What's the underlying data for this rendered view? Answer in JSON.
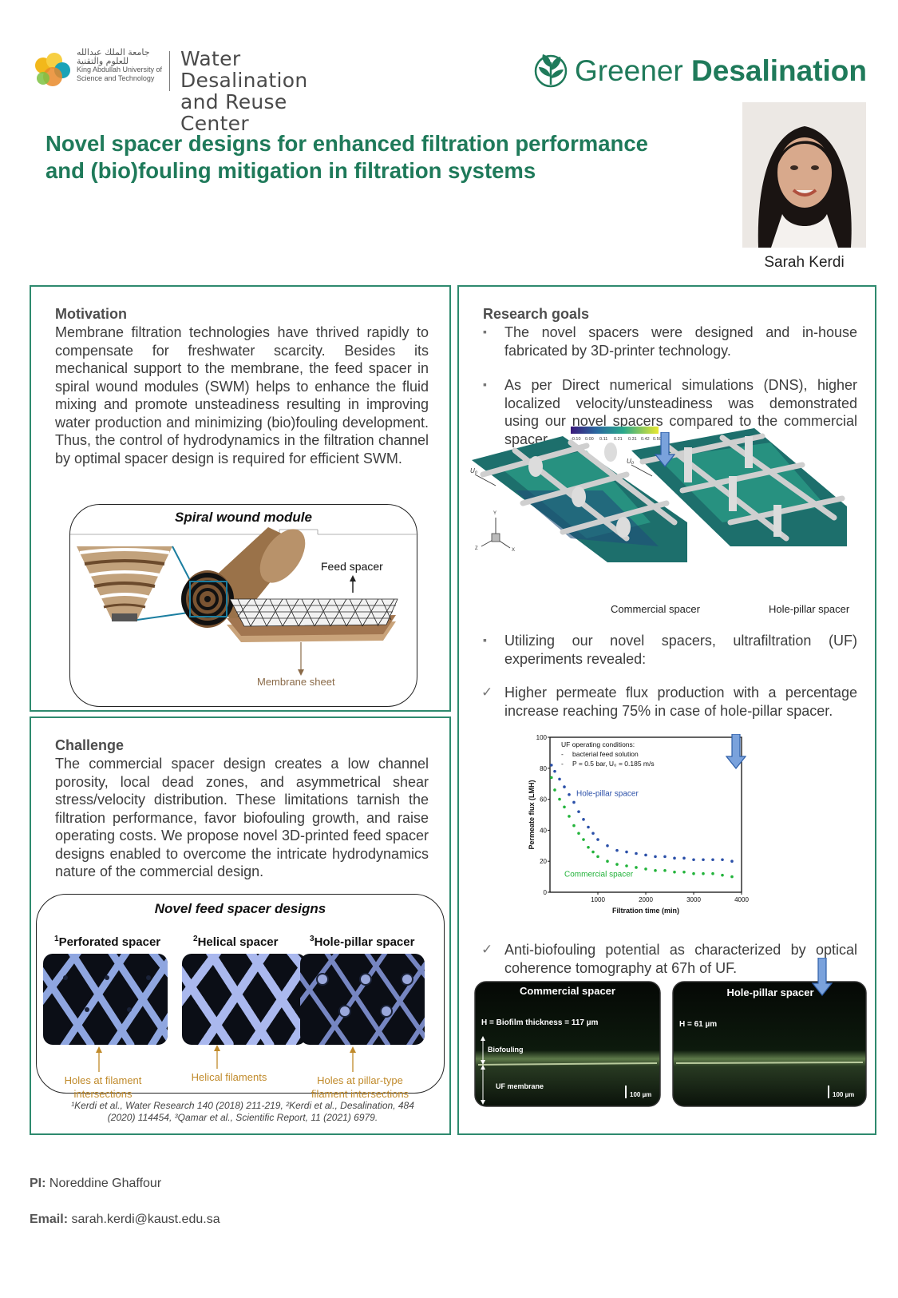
{
  "header": {
    "kaust_arabic_line1": "جامعة الملك عبدالله",
    "kaust_arabic_line2": "للعلوم والتقنية",
    "kaust_english_line1": "King Abdullah University of",
    "kaust_english_line2": "Science and Technology",
    "center_line1": "Water Desalination",
    "center_line2": "and Reuse Center",
    "brand_light": "Greener ",
    "brand_bold": "Desalination"
  },
  "title_line1": "Novel spacer designs for enhanced filtration performance",
  "title_line2": "and (bio)fouling mitigation in filtration systems",
  "author": "Sarah Kerdi",
  "motivation": {
    "heading": "Motivation",
    "body": "Membrane filtration technologies have thrived rapidly to compensate for freshwater scarcity. Besides its mechanical support to the membrane, the feed spacer in spiral wound modules (SWM) helps to enhance the fluid mixing and promote unsteadiness resulting in improving water production and minimizing (bio)fouling development. Thus, the control of hydrodynamics in the filtration channel by optimal spacer design is required for efficient SWM.",
    "figure_title": "Spiral wound module",
    "label_feed_spacer": "Feed spacer",
    "label_membrane_sheet": "Membrane sheet"
  },
  "challenge": {
    "heading": "Challenge",
    "body": "The commercial spacer design creates a low channel porosity, local dead zones, and asymmetrical shear stress/velocity distribution. These limitations tarnish the filtration performance, favor biofouling growth, and raise operating costs. We propose novel 3D-printed feed spacer designs enabled to overcome the intricate hydrodynamics nature of the commercial design.",
    "figure_title": "Novel feed spacer designs",
    "designs": [
      {
        "sup": "1",
        "name": "Perforated spacer",
        "caption1": "Holes at filament",
        "caption2": "intersections"
      },
      {
        "sup": "2",
        "name": "Helical spacer",
        "caption1": "Helical filaments",
        "caption2": ""
      },
      {
        "sup": "3",
        "name": "Hole-pillar spacer",
        "caption1": "Holes at pillar-type",
        "caption2": "filament intersections"
      }
    ],
    "references_line1": "¹Kerdi et al., Water Research 140 (2018) 211-219, ²Kerdi et al., Desalination, 484",
    "references_line2": "(2020) 114454, ³Qamar et al., Scientific Report, 11 (2021) 6979."
  },
  "goals": {
    "heading": "Research goals",
    "bullet1": "The novel spacers were designed and in-house fabricated by 3D-printer technology.",
    "bullet2": "As per Direct numerical simulations (DNS), higher localized velocity/unsteadiness was demonstrated using our novel spacers compared to the commercial spacer.",
    "dns_caption_left": "Commercial spacer",
    "dns_caption_right": "Hole-pillar spacer",
    "dns_colorbar_ticks": [
      "-0.10",
      "0.00",
      "0.11",
      "0.21",
      "0.31",
      "0.42",
      "0.50"
    ],
    "bullet3": "Utilizing our novel spacers, ultrafiltration (UF) experiments revealed:",
    "check1": "Higher permeate flux production with a  percentage increase reaching 75% in case of hole-pillar spacer.",
    "check2": "Anti-biofouling potential as characterized by optical coherence tomography at 67h of UF.",
    "oct": {
      "left_title": "Commercial spacer",
      "right_title": "Hole-pillar spacer",
      "left_thickness": "H = Biofilm thickness = 117 µm",
      "right_thickness": "H = 61 µm",
      "label_biofouling": "Biofouling",
      "label_membrane": "UF membrane",
      "scale_bar": "100 µm"
    }
  },
  "chart_data": {
    "type": "scatter",
    "xlabel": "Filtration time (min)",
    "ylabel": "Permeate flux (LMH)",
    "xlim": [
      0,
      4000
    ],
    "ylim": [
      0,
      100
    ],
    "xticks": [
      1000,
      2000,
      3000,
      4000
    ],
    "yticks": [
      0,
      20,
      40,
      60,
      80,
      100
    ],
    "annotation_title": "UF operating conditions:",
    "annotation_line1": "bacterial feed solution",
    "annotation_line2": "P = 0.5 bar, U₀ = 0.185 m/s",
    "series": [
      {
        "name": "Hole-pillar spacer",
        "color": "#2a4fa8",
        "x": [
          30,
          100,
          200,
          300,
          400,
          500,
          600,
          700,
          800,
          900,
          1000,
          1200,
          1400,
          1600,
          1800,
          2000,
          2200,
          2400,
          2600,
          2800,
          3000,
          3200,
          3400,
          3600,
          3800
        ],
        "y": [
          82,
          78,
          73,
          68,
          63,
          58,
          52,
          47,
          42,
          38,
          34,
          30,
          27,
          26,
          25,
          24,
          23,
          23,
          22,
          22,
          21,
          21,
          21,
          21,
          20
        ]
      },
      {
        "name": "Commercial spacer",
        "color": "#22b33a",
        "x": [
          30,
          100,
          200,
          300,
          400,
          500,
          600,
          700,
          800,
          900,
          1000,
          1200,
          1400,
          1600,
          1800,
          2000,
          2200,
          2400,
          2600,
          2800,
          3000,
          3200,
          3400,
          3600,
          3800
        ],
        "y": [
          74,
          66,
          60,
          55,
          49,
          43,
          38,
          34,
          29,
          26,
          23,
          20,
          18,
          17,
          16,
          15,
          14,
          14,
          13,
          13,
          12,
          12,
          12,
          11,
          10
        ]
      }
    ]
  },
  "footer": {
    "pi_label": "PI:",
    "pi_name": "Noreddine Ghaffour",
    "email_label": "Email:",
    "email_value": "sarah.kerdi@kaust.edu.sa"
  },
  "colors": {
    "accent": "#1f7a5a",
    "panel_border": "#2e8a6e",
    "caption_orange": "#c08a2a"
  }
}
